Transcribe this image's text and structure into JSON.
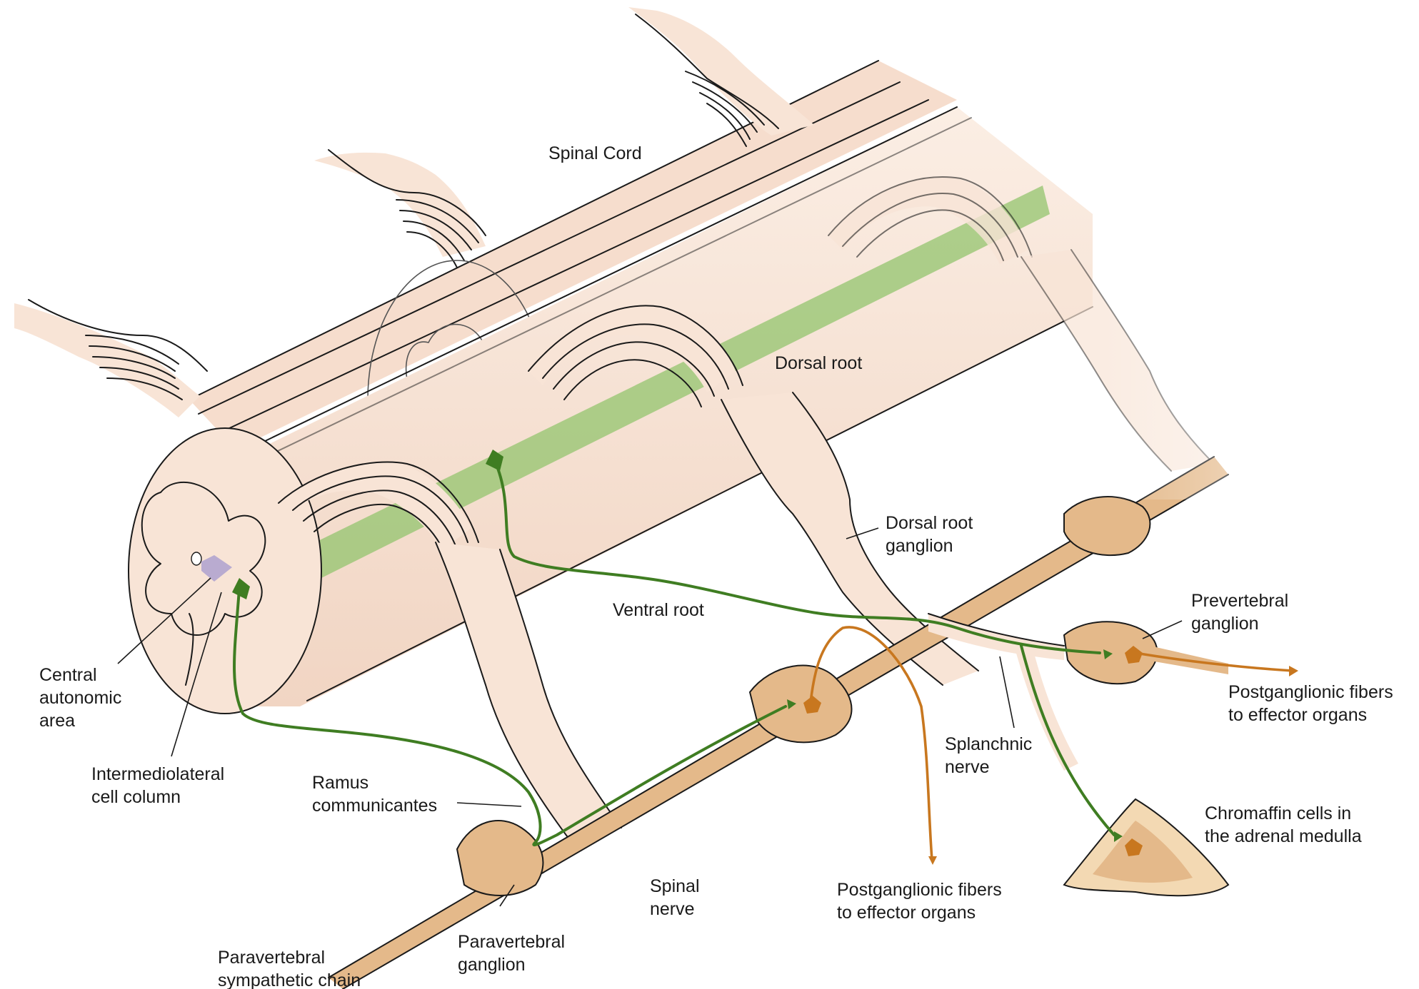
{
  "colors": {
    "tissue": "#f8e4d6",
    "tissue_shade": "#eecbb8",
    "ganglion": "#e4b98a",
    "green_fiber": "#3f7d22",
    "green_band": "#93c46e",
    "orange_fiber": "#c8771f",
    "central_area": "#b9abd0"
  },
  "labels": {
    "spinal_cord": "Spinal Cord",
    "dorsal_root": "Dorsal root",
    "dorsal_root_ganglion": [
      "Dorsal root",
      "ganglion"
    ],
    "ventral_root": "Ventral root",
    "prevertebral_ganglion": [
      "Prevertebral",
      "ganglion"
    ],
    "postganglionic_right": [
      "Postganglionic fibers",
      "to effector organs"
    ],
    "central_autonomic_area": [
      "Central",
      "autonomic",
      "area"
    ],
    "intermediolateral": [
      "Intermediolateral",
      "cell column"
    ],
    "ramus": [
      "Ramus",
      "communicantes"
    ],
    "splanchnic": [
      "Splanchnic",
      "nerve"
    ],
    "chromaffin": [
      "Chromaffin cells in",
      "the adrenal medulla"
    ],
    "postganglionic_bottom": [
      "Postganglionic fibers",
      "to effector organs"
    ],
    "spinal_nerve": [
      "Spinal",
      "nerve"
    ],
    "paravertebral_ganglion": [
      "Paravertebral",
      "ganglion"
    ],
    "paravertebral_chain": [
      "Paravertebral",
      "sympathetic chain"
    ]
  },
  "icons": [
    "neuron-soma-icon",
    "axon-terminal-icon"
  ]
}
